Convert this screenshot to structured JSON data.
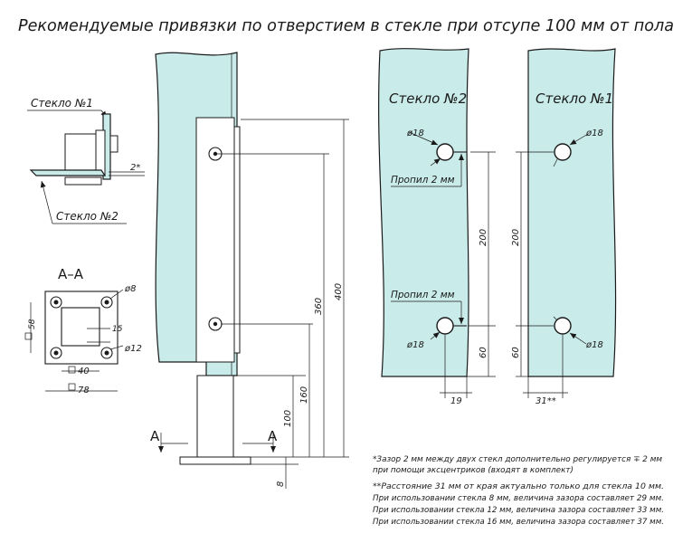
{
  "title": "Рекомендуемые привязки по отверстием в стекле при отсупе 100 мм от пола",
  "labels": {
    "glass1": "Стекло №1",
    "glass2": "Стекло №2",
    "section": "А–А",
    "cutA": "А",
    "gap2": "2*",
    "cut": "Пропил 2 мм"
  },
  "dims": {
    "d8": "ø8",
    "d12": "ø12",
    "d18": "ø18",
    "s58": "58",
    "s40": "40",
    "s78": "78",
    "v15": "15",
    "h400": "400",
    "h360": "360",
    "h160": "160",
    "h100": "100",
    "h8": "8",
    "h200": "200",
    "h60": "60",
    "w19": "19",
    "w31": "31**"
  },
  "notes": [
    "*Зазор 2 мм между двух стекл дополнительно регулируется ∓ 2 мм",
    "при помощи эксцентриков (входят в комплект)",
    "**Расстояние 31 мм от края актуально только для стекла 10 мм.",
    "При использовании стекла 8 мм, величина зазора составляет 29 мм.",
    "При использовании стекла 12 мм, величина зазора составляет 33 мм.",
    "При использовании стекла 16 мм, величина зазора составляет 37 мм."
  ],
  "colors": {
    "glass": "#c9ecea",
    "line": "#1a1a1a"
  }
}
